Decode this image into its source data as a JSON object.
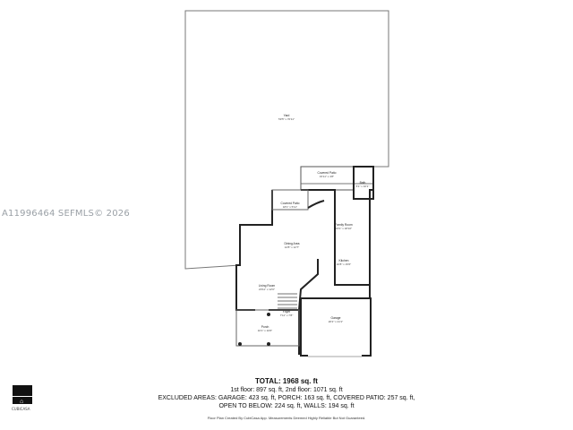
{
  "watermark": "A11996464  SEFMLS© 2026",
  "rooms": [
    {
      "name": "Yard",
      "dims": "59'5\" x 70'11\""
    },
    {
      "name": "Covered Patio",
      "dims": "15'11\" x 4'8\""
    },
    {
      "name": "Bath",
      "dims": "5'1\" x 10'1\""
    },
    {
      "name": "Covered Patio",
      "dims": "18'1\" x 5'11\""
    },
    {
      "name": "Family Room",
      "dims": "16'1\" x 18'10\""
    },
    {
      "name": "Dining Area",
      "dims": "12'8\" x 12'7\""
    },
    {
      "name": "Kitchen",
      "dims": "10'8\" x 15'6\""
    },
    {
      "name": "Living Room",
      "dims": "20'11\" x 12'0\""
    },
    {
      "name": "Foyer",
      "dims": "7'11\" x 7'8\""
    },
    {
      "name": "Garage",
      "dims": "20'2\" x 21'1\""
    },
    {
      "name": "Porch",
      "dims": "16'1\" x 10'6\""
    }
  ],
  "summary": {
    "total": "TOTAL: 1968 sq. ft",
    "line1": "1st floor: 897 sq. ft, 2nd floor: 1071 sq. ft",
    "line2": "EXCLUDED AREAS: GARAGE: 423 sq. ft, PORCH: 163 sq. ft, COVERED PATIO: 257 sq. ft,",
    "line3": "OPEN TO BELOW: 224 sq. ft, WALLS: 194 sq. ft",
    "disclaimer": "Floor Plan Created By CubiCasa App. Measurements Deemed Highly Reliable But Not Guaranteed."
  },
  "logo": {
    "text": "CUBICASA"
  }
}
